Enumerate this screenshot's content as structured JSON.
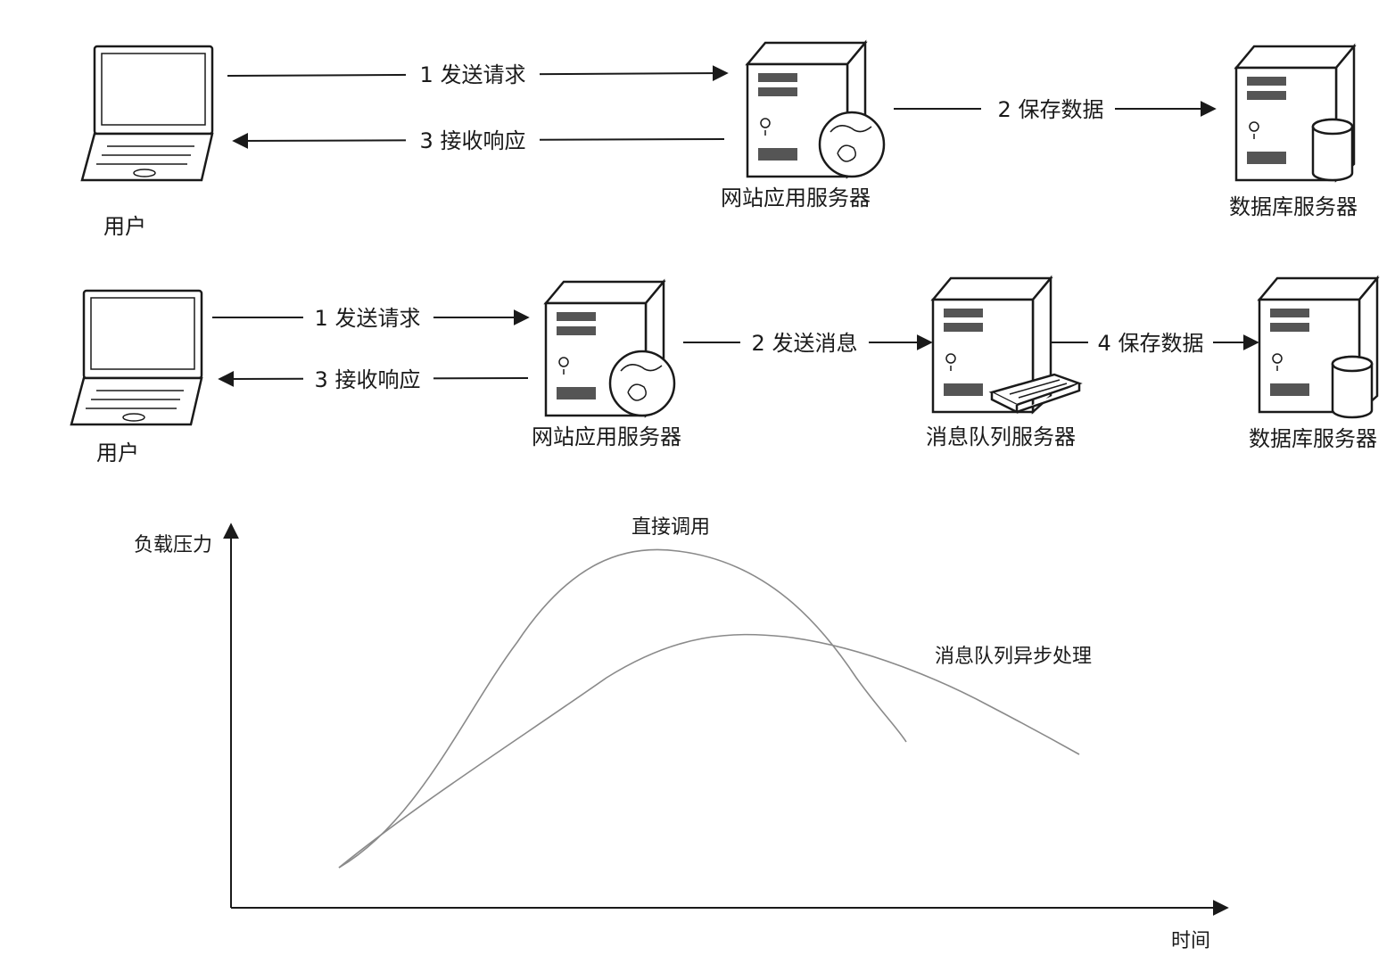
{
  "diagram_top": {
    "user_label": "用户",
    "web_server_label": "网站应用服务器",
    "db_server_label": "数据库服务器",
    "edge_request": "1  发送请求",
    "edge_response": "3  接收响应",
    "edge_save": "2  保存数据"
  },
  "diagram_mid": {
    "user_label": "用户",
    "web_server_label": "网站应用服务器",
    "mq_server_label": "消息队列服务器",
    "db_server_label": "数据库服务器",
    "edge_request": "1  发送请求",
    "edge_response": "3  接收响应",
    "edge_send_msg": "2  发送消息",
    "edge_save": "4  保存数据"
  },
  "chart": {
    "ylabel": "负载压力",
    "xlabel": "时间",
    "curve_direct_label": "直接调用",
    "curve_mq_label": "消息队列异步处理"
  },
  "colors": {
    "ink": "#1a1a1a",
    "curve": "#8a8a8a",
    "background": "#ffffff"
  }
}
